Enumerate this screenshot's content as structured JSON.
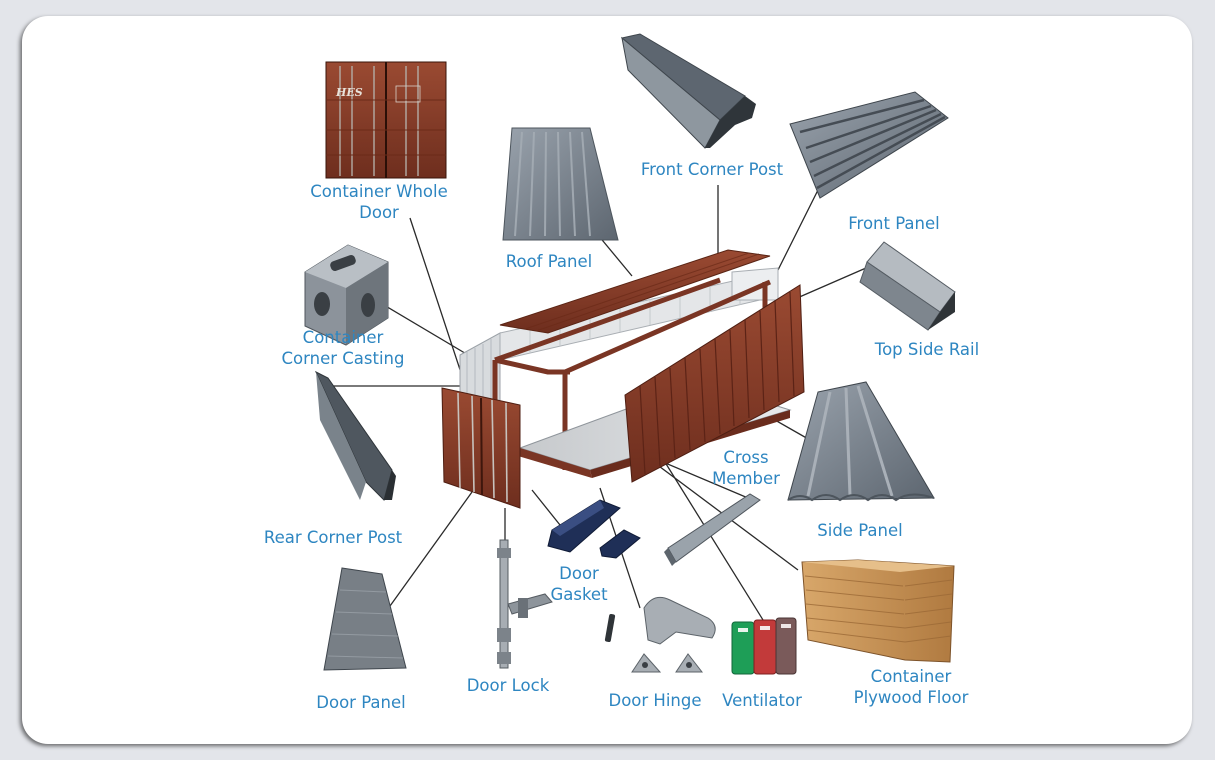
{
  "labels": {
    "container_whole_door": [
      "Container Whole",
      "Door"
    ],
    "roof_panel": "Roof Panel",
    "front_corner_post": "Front Corner Post",
    "front_panel": "Front Panel",
    "container_corner_casting": [
      "Container",
      "Corner Casting"
    ],
    "top_side_rail": "Top Side Rail",
    "cross_member": [
      "Cross",
      "Member"
    ],
    "side_panel": "Side Panel",
    "rear_corner_post": "Rear Corner Post",
    "door_gasket": [
      "Door",
      "Gasket"
    ],
    "door_panel": "Door Panel",
    "door_lock": "Door Lock",
    "door_hinge": "Door Hinge",
    "ventilator": "Ventilator",
    "container_plywood_floor": [
      "Container",
      "Plywood Floor"
    ]
  },
  "door_markings": "HES",
  "colors": {
    "label_text": "#2e86c1",
    "card_background": "#ffffff",
    "page_background": "#e3e5ea",
    "container_rust": "#8a3a26",
    "steel_gray": "#6f7a86",
    "plywood": "#c9965a",
    "ventilator_colors": [
      "#1e9e57",
      "#c23a3a",
      "#7a5a5a"
    ]
  }
}
